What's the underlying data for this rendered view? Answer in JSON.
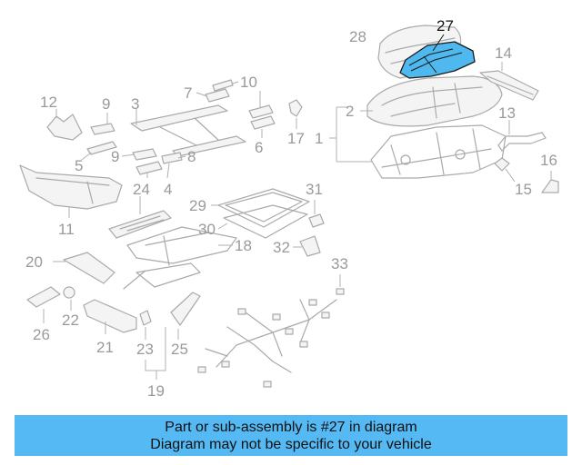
{
  "diagram": {
    "highlighted_callout": "27",
    "highlight_color": "#4fb8ee",
    "callouts": [
      "1",
      "2",
      "3",
      "4",
      "5",
      "6",
      "7",
      "8",
      "9",
      "9",
      "10",
      "11",
      "12",
      "13",
      "14",
      "15",
      "16",
      "17",
      "18",
      "19",
      "20",
      "21",
      "22",
      "23",
      "24",
      "25",
      "26",
      "27",
      "28",
      "29",
      "30",
      "31",
      "32",
      "33"
    ]
  },
  "banner": {
    "line1": "Part or sub-assembly is #27 in diagram",
    "line2": "Diagram may not be specific to your vehicle",
    "background": "#55b9f3"
  }
}
